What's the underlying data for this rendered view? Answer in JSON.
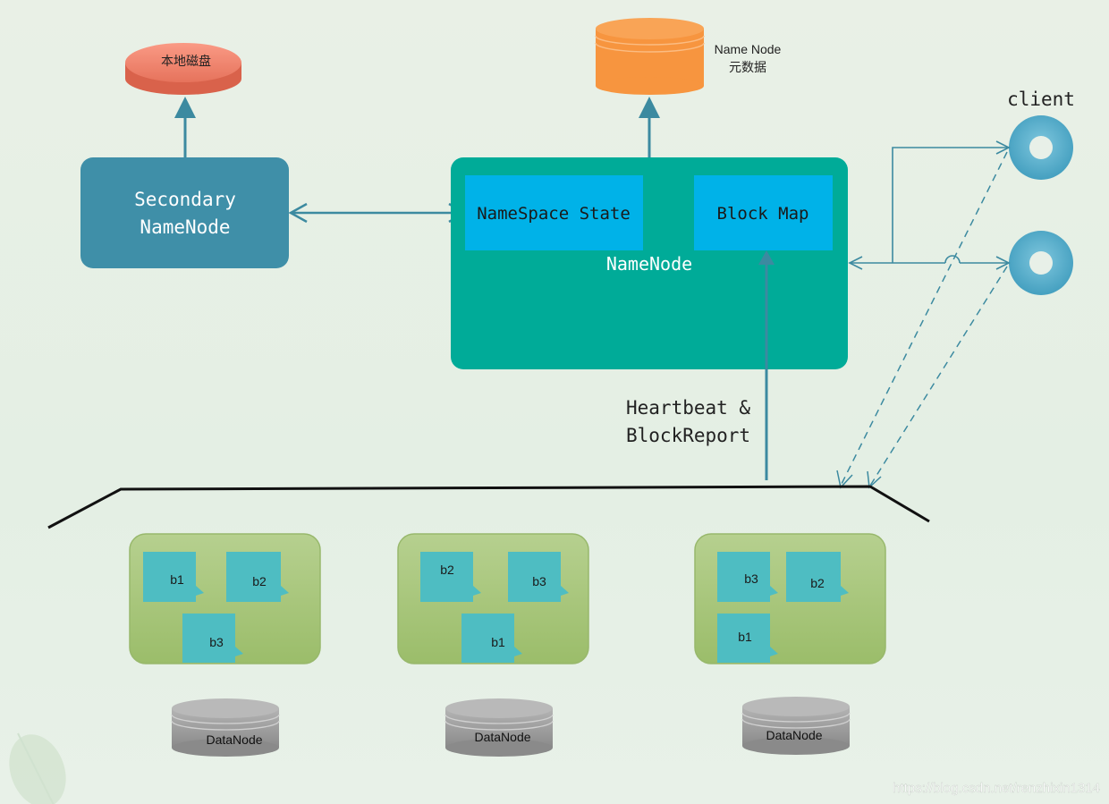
{
  "local_disk": {
    "label": "本地磁盘"
  },
  "metadata_store": {
    "line1": "Name Node",
    "line2": "元数据"
  },
  "secondary_namenode": {
    "line1": "Secondary",
    "line2": "NameNode"
  },
  "namenode": {
    "label": "NameNode",
    "namespace_state": "NameSpace State",
    "block_map": "Block Map"
  },
  "heartbeat": {
    "line1": "Heartbeat &",
    "line2": "BlockReport"
  },
  "client": {
    "label": "client"
  },
  "datanodes": [
    {
      "label": "DataNode",
      "blocks": [
        "b1",
        "b2",
        "b3"
      ]
    },
    {
      "label": "DataNode",
      "blocks": [
        "b2",
        "b3",
        "b1"
      ]
    },
    {
      "label": "DataNode",
      "blocks": [
        "b3",
        "b2",
        "b1"
      ]
    }
  ],
  "watermark": "https://blog.csdn.net/renzhixin1314",
  "colors": {
    "namenode": "#00ab98",
    "inner_box": "#00b2e8",
    "secondary": "#3f8fa8",
    "arrow": "#3c8aa0",
    "disk": "#f7896f",
    "metadata": "#f79a45",
    "datanode_box": "#a4c47a",
    "block": "#4ebdc2",
    "cylinder_gray": "#9c9c9c"
  }
}
